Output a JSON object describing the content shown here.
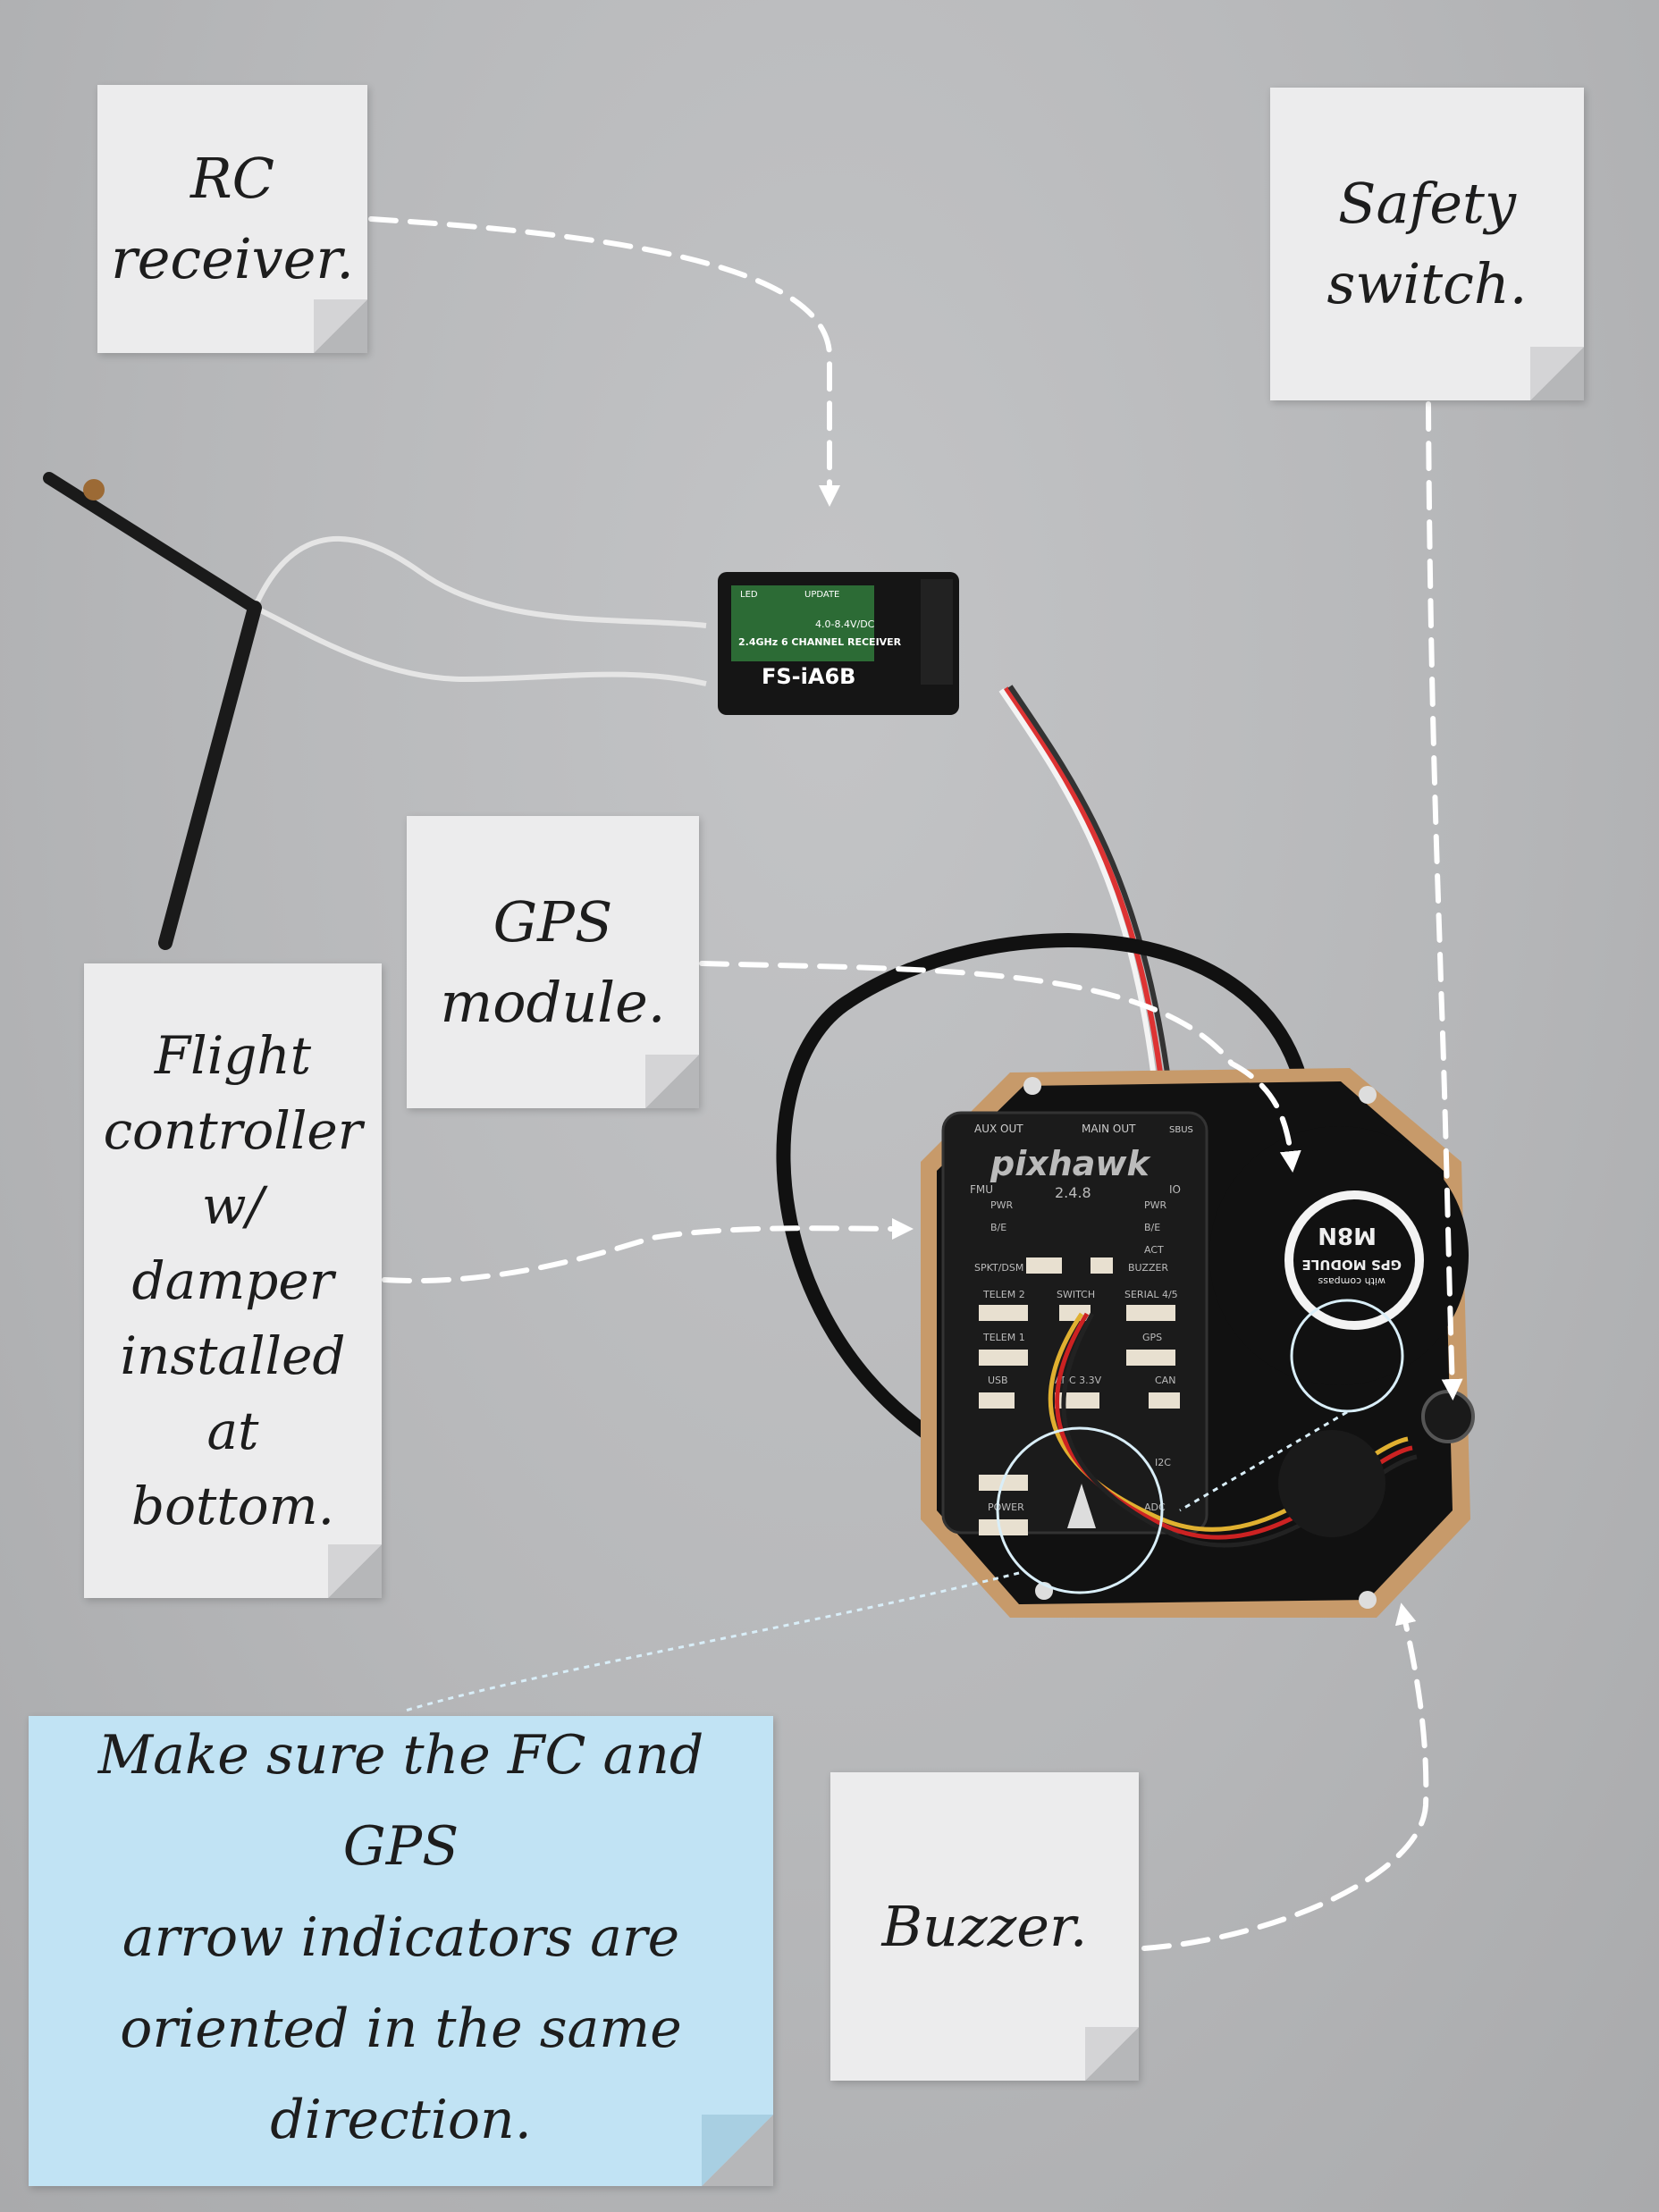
{
  "notes": {
    "rc_receiver": "RC\nreceiver.",
    "safety_switch": "Safety\nswitch.",
    "gps_module": "GPS\nmodule.",
    "flight_controller": "Flight\ncontroller\nw/\ndamper\ninstalled\nat bottom.",
    "buzzer": "Buzzer.",
    "orientation_tip": "Make sure the FC and GPS\narrow indicators are\noriented in the same\ndirection."
  },
  "device_labels": {
    "receiver_model": "FS-iA6B",
    "receiver_band": "2.4GHz 6 CHANNEL RECEIVER",
    "receiver_voltage": "4.0-8.4V/DC",
    "receiver_led": "LED",
    "receiver_update": "UPDATE",
    "fc_brand": "pixhawk",
    "fc_version": "2.4.8",
    "fc_aux_out": "AUX OUT",
    "fc_main_out": "MAIN OUT",
    "fc_sbus": "SBUS",
    "fc_fmu": "FMU",
    "fc_io": "IO",
    "fc_pwr": "PWR",
    "fc_be": "B/E",
    "fc_act": "ACT",
    "fc_spkt": "SPKT/DSM",
    "fc_buzzer": "BUZZER",
    "fc_telem2": "TELEM 2",
    "fc_switch": "SWITCH",
    "fc_serial45": "SERIAL 4/5",
    "fc_telem1": "TELEM 1",
    "fc_gps": "GPS",
    "fc_usb": "USB",
    "fc_adc": "ADC 3.3V",
    "fc_can": "CAN",
    "fc_i2c": "I2C",
    "fc_power": "POWER",
    "fc_adc2": "ADC",
    "gps_model": "M8N",
    "gps_module_text": "GPS MODULE",
    "gps_compass": "with compass"
  },
  "colors": {
    "background": "#b6b7b9",
    "note": "#ececed",
    "tip_note": "#c1e3f4",
    "arrow": "#ffffff",
    "highlight": "#d9eef8"
  }
}
